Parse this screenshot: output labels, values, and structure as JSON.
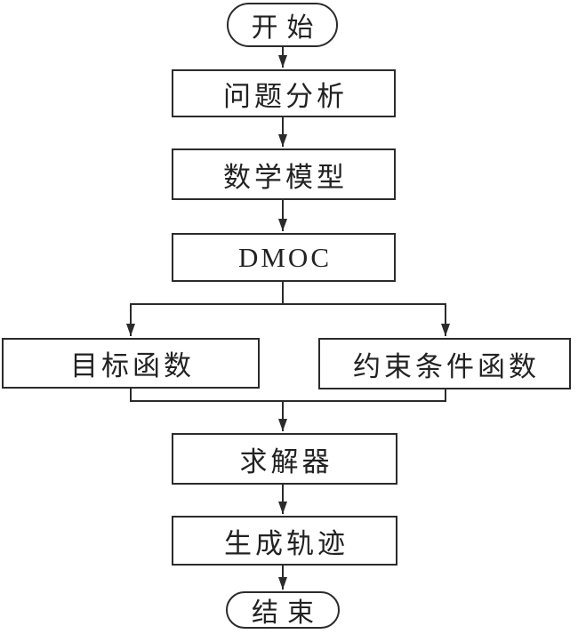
{
  "diagram": {
    "type": "flowchart",
    "background_color": "#ffffff",
    "stroke_color": "#2b2b2b",
    "text_color": "#222222",
    "nodes": {
      "start": {
        "label": "开始",
        "shape": "stadium"
      },
      "problem_analysis": {
        "label": "问题分析",
        "shape": "rect"
      },
      "math_model": {
        "label": "数学模型",
        "shape": "rect"
      },
      "dmoc": {
        "label": "DMOC",
        "shape": "rect"
      },
      "objective_function": {
        "label": "目标函数",
        "shape": "rect"
      },
      "constraint_function": {
        "label": "约束条件函数",
        "shape": "rect"
      },
      "solver": {
        "label": "求解器",
        "shape": "rect"
      },
      "generate_trajectory": {
        "label": "生成轨迹",
        "shape": "rect"
      },
      "end": {
        "label": "结束",
        "shape": "stadium"
      }
    },
    "edges": [
      {
        "from": "start",
        "to": "problem_analysis"
      },
      {
        "from": "problem_analysis",
        "to": "math_model"
      },
      {
        "from": "math_model",
        "to": "dmoc"
      },
      {
        "from": "dmoc",
        "to": "objective_function"
      },
      {
        "from": "dmoc",
        "to": "constraint_function"
      },
      {
        "from": "objective_function",
        "to": "solver"
      },
      {
        "from": "constraint_function",
        "to": "solver"
      },
      {
        "from": "solver",
        "to": "generate_trajectory"
      },
      {
        "from": "generate_trajectory",
        "to": "end"
      }
    ]
  }
}
